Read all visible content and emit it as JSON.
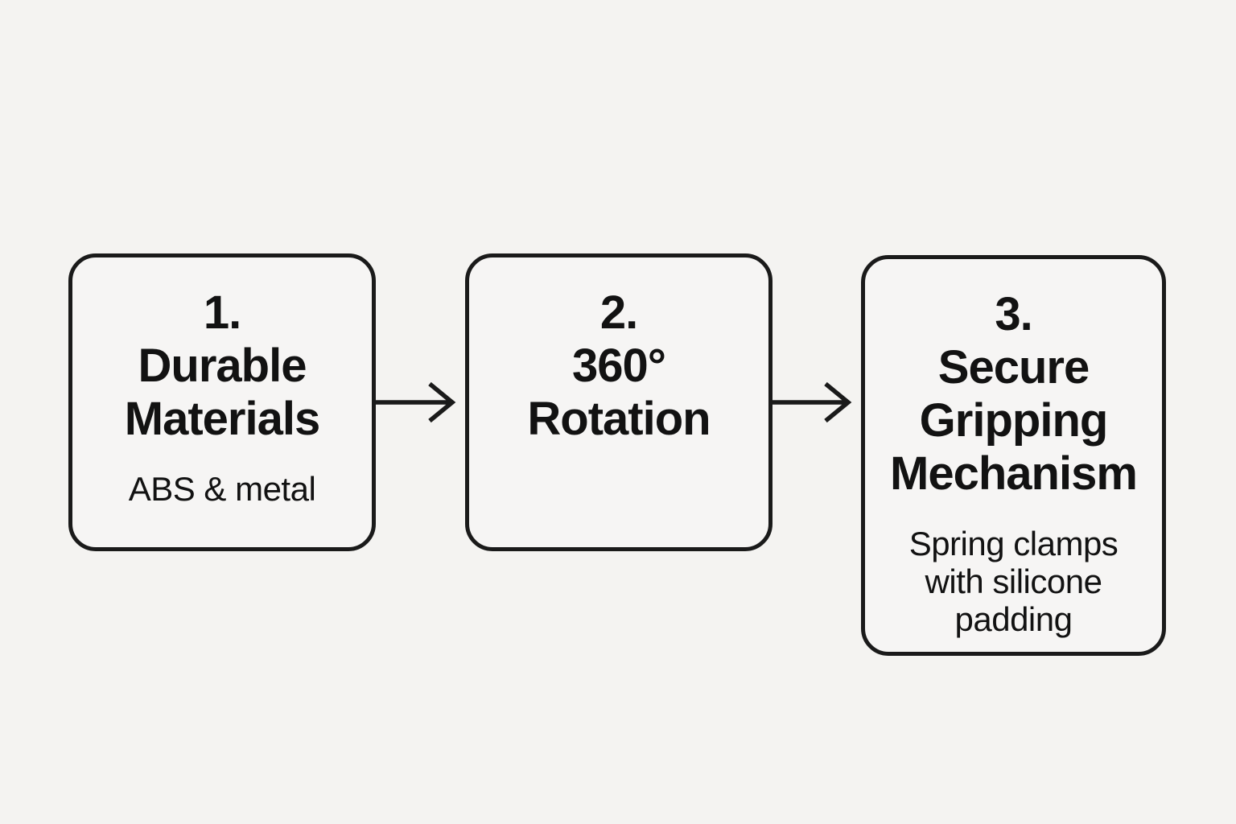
{
  "colors": {
    "background": "#f4f3f1",
    "card_fill": "#f6f5f4",
    "line": "#1a1a1a",
    "text": "#121212"
  },
  "diagram": {
    "type": "flowchart",
    "direction": "left-to-right",
    "steps": [
      {
        "number": "1.",
        "title": "Durable\nMaterials",
        "subtitle": "ABS & metal"
      },
      {
        "number": "2.",
        "title": "360°\nRotation",
        "subtitle": ""
      },
      {
        "number": "3.",
        "title": "Secure\nGripping\nMechanism",
        "subtitle": "Spring clamps\nwith silicone\npadding"
      }
    ],
    "connectors": [
      {
        "from": "1",
        "to": "2",
        "shape": "arrow-right"
      },
      {
        "from": "2",
        "to": "3",
        "shape": "arrow-right"
      }
    ]
  }
}
